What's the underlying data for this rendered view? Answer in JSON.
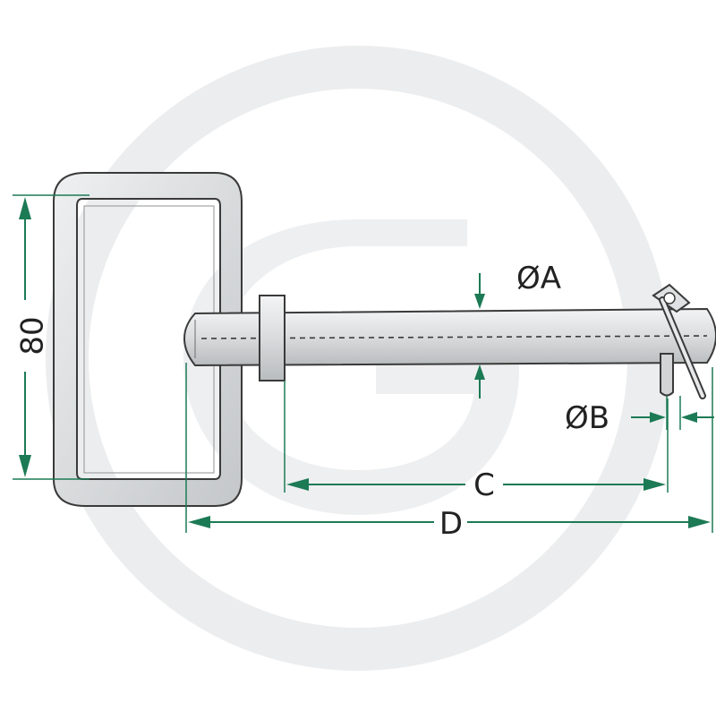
{
  "diagram": {
    "labels": {
      "height_dim": "80",
      "diameter_a": "ØA",
      "diameter_b": "ØB",
      "length_c": "C",
      "length_d": "D"
    },
    "colors": {
      "dimension": "#1c7a55",
      "outline": "#3a3a3a",
      "metal_fill": "#d4d6d8",
      "metal_light": "#eceeef",
      "watermark": "#e9eaea",
      "text": "#222222"
    }
  }
}
